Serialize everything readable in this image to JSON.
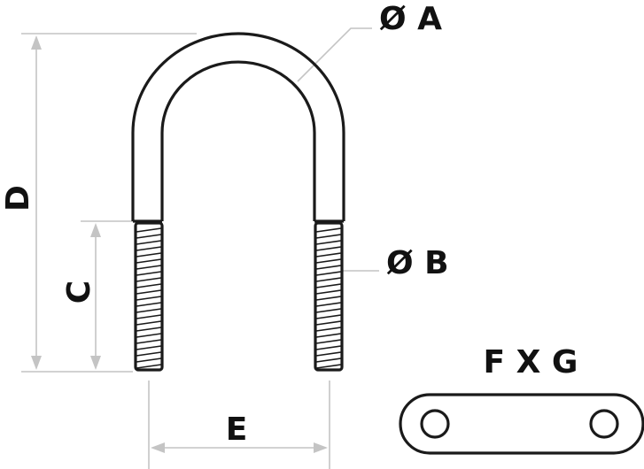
{
  "labels": {
    "dia_a": "Ø A",
    "dia_b": "Ø B",
    "d": "D",
    "c": "C",
    "e": "E",
    "plate": "F X G"
  },
  "colors": {
    "outline": "#1a1a1a",
    "dimension": "#c4c4c4",
    "background": "#ffffff"
  }
}
